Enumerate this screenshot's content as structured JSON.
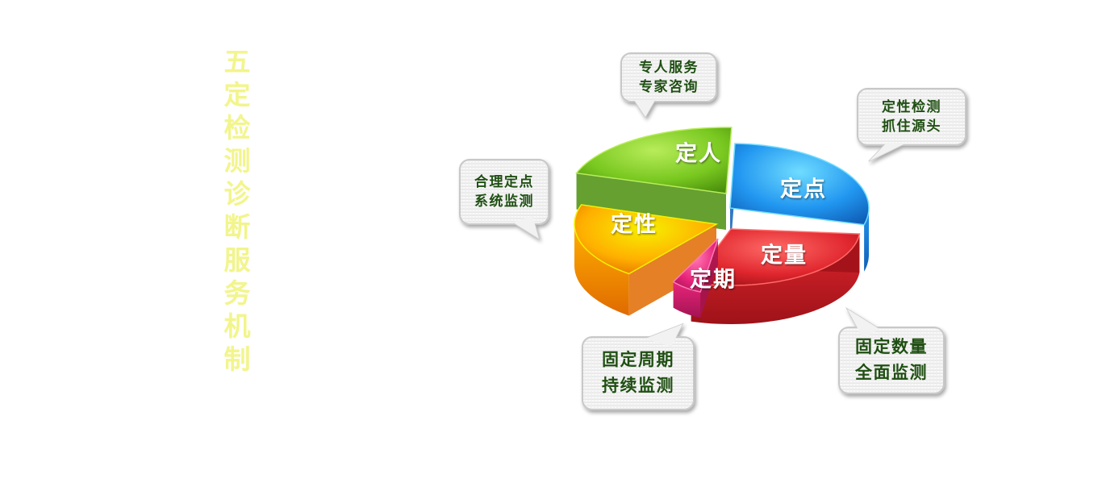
{
  "title_chars": [
    "五",
    "定",
    "检",
    "测",
    "诊",
    "断",
    "服",
    "务",
    "机",
    "制"
  ],
  "slices": [
    {
      "id": "ren",
      "label": "定人",
      "color": "#79c820",
      "light": "#b8ec5a",
      "dark": "#4a8f0c"
    },
    {
      "id": "dian",
      "label": "定点",
      "color": "#2196f0",
      "light": "#6fdcff",
      "dark": "#1060b8"
    },
    {
      "id": "liang",
      "label": "定量",
      "color": "#e0262e",
      "light": "#ff6a66",
      "dark": "#9e1218"
    },
    {
      "id": "qi",
      "label": "定期",
      "color": "#e8247a",
      "light": "#ff7ab4",
      "dark": "#a41454"
    },
    {
      "id": "xing",
      "label": "定性",
      "color": "#ffb000",
      "light": "#f6f000",
      "dark": "#e06a00"
    }
  ],
  "bubbles": [
    {
      "id": "ren",
      "lines": [
        "专人服务",
        "专家咨询"
      ]
    },
    {
      "id": "dian",
      "lines": [
        "定性检测",
        "抓住源头"
      ]
    },
    {
      "id": "xing",
      "lines": [
        "合理定点",
        "系统监测"
      ]
    },
    {
      "id": "qi",
      "lines": [
        "固定周期",
        "持续监测"
      ]
    },
    {
      "id": "liang",
      "lines": [
        "固定数量",
        "全面监测"
      ]
    }
  ]
}
